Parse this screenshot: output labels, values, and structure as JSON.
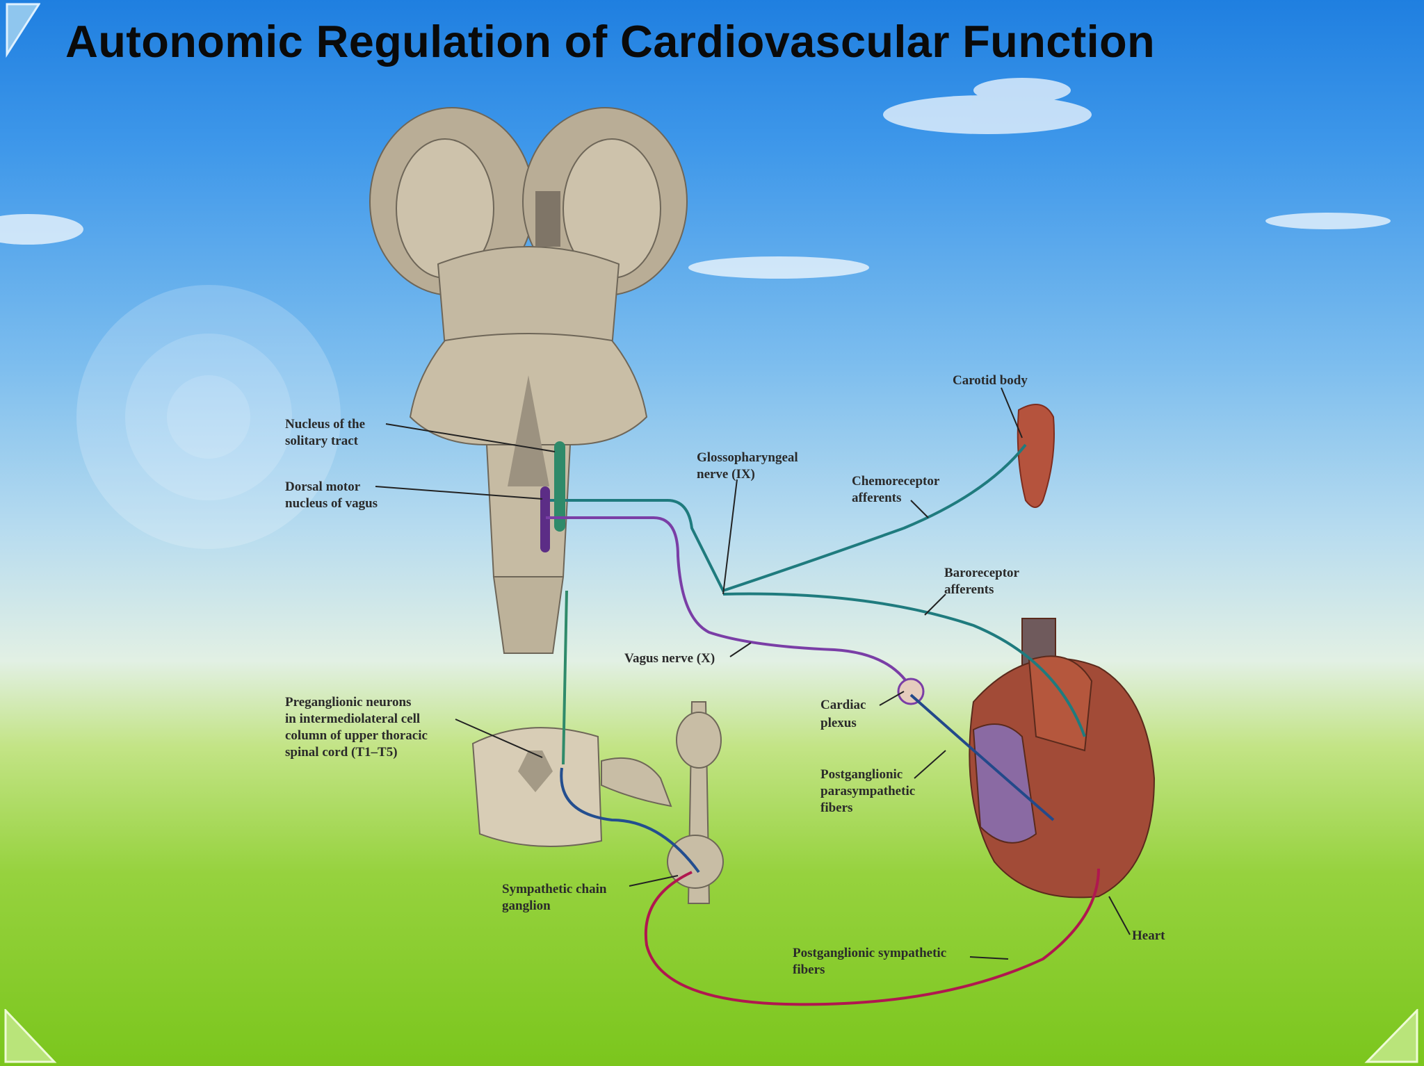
{
  "slide": {
    "title": "Autonomic Regulation of Cardiovascular Function",
    "colors": {
      "vagal": "#7a3ea6",
      "afferent": "#1f7b7e",
      "sympathetic_pre": "#234e8f",
      "sympathetic_post": "#b0174f",
      "solitary": "#2f8a6a"
    }
  },
  "labels": {
    "solitary_1": "Nucleus of the",
    "solitary_2": "solitary tract",
    "dorsal_1": "Dorsal motor",
    "dorsal_2": "nucleus of vagus",
    "glosso_1": "Glossopharyngeal",
    "glosso_2": "nerve (IX)",
    "chemo_1": "Chemoreceptor",
    "chemo_2": "afferents",
    "carotid": "Carotid body",
    "baro_1": "Baroreceptor",
    "baro_2": "afferents",
    "vagus": "Vagus nerve (X)",
    "cardiac_1": "Cardiac",
    "cardiac_2": "plexus",
    "pregang_1": "Preganglionic neurons",
    "pregang_2": "in intermediolateral cell",
    "pregang_3": "column of upper thoracic",
    "pregang_4": "spinal cord (T1–T5)",
    "postpara_1": "Postganglionic",
    "postpara_2": "parasympathetic",
    "postpara_3": "fibers",
    "symchain_1": "Sympathetic chain",
    "symchain_2": "ganglion",
    "postsym_1": "Postganglionic sympathetic",
    "postsym_2": "fibers",
    "heart": "Heart"
  }
}
